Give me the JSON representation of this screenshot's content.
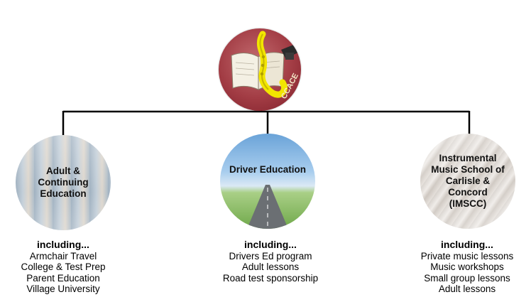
{
  "logo": {
    "text": "CCACE"
  },
  "nodes": [
    {
      "label_lines": [
        "Adult &",
        "Continuing",
        "Education"
      ],
      "heading": "including...",
      "items": [
        "Armchair Travel",
        "College & Test Prep",
        "Parent Education",
        "Village University"
      ]
    },
    {
      "label_lines": [
        "Driver Education"
      ],
      "heading": "including...",
      "items": [
        "Drivers Ed program",
        "Adult lessons",
        "Road test sponsorship"
      ]
    },
    {
      "label_lines": [
        "Instrumental",
        "Music School of",
        "Carlisle &",
        "Concord",
        "(IMSCC)"
      ],
      "heading": "including...",
      "items": [
        "Private music lessons",
        "Music workshops",
        "Small group lessons",
        "Adult lessons"
      ]
    }
  ],
  "colors": {
    "logo_maroon": "#a23c44",
    "logo_yellow": "#f2e600",
    "connector": "#000000"
  },
  "icons": [
    "saxophone-icon",
    "book-icon",
    "graduation-cap-icon"
  ]
}
